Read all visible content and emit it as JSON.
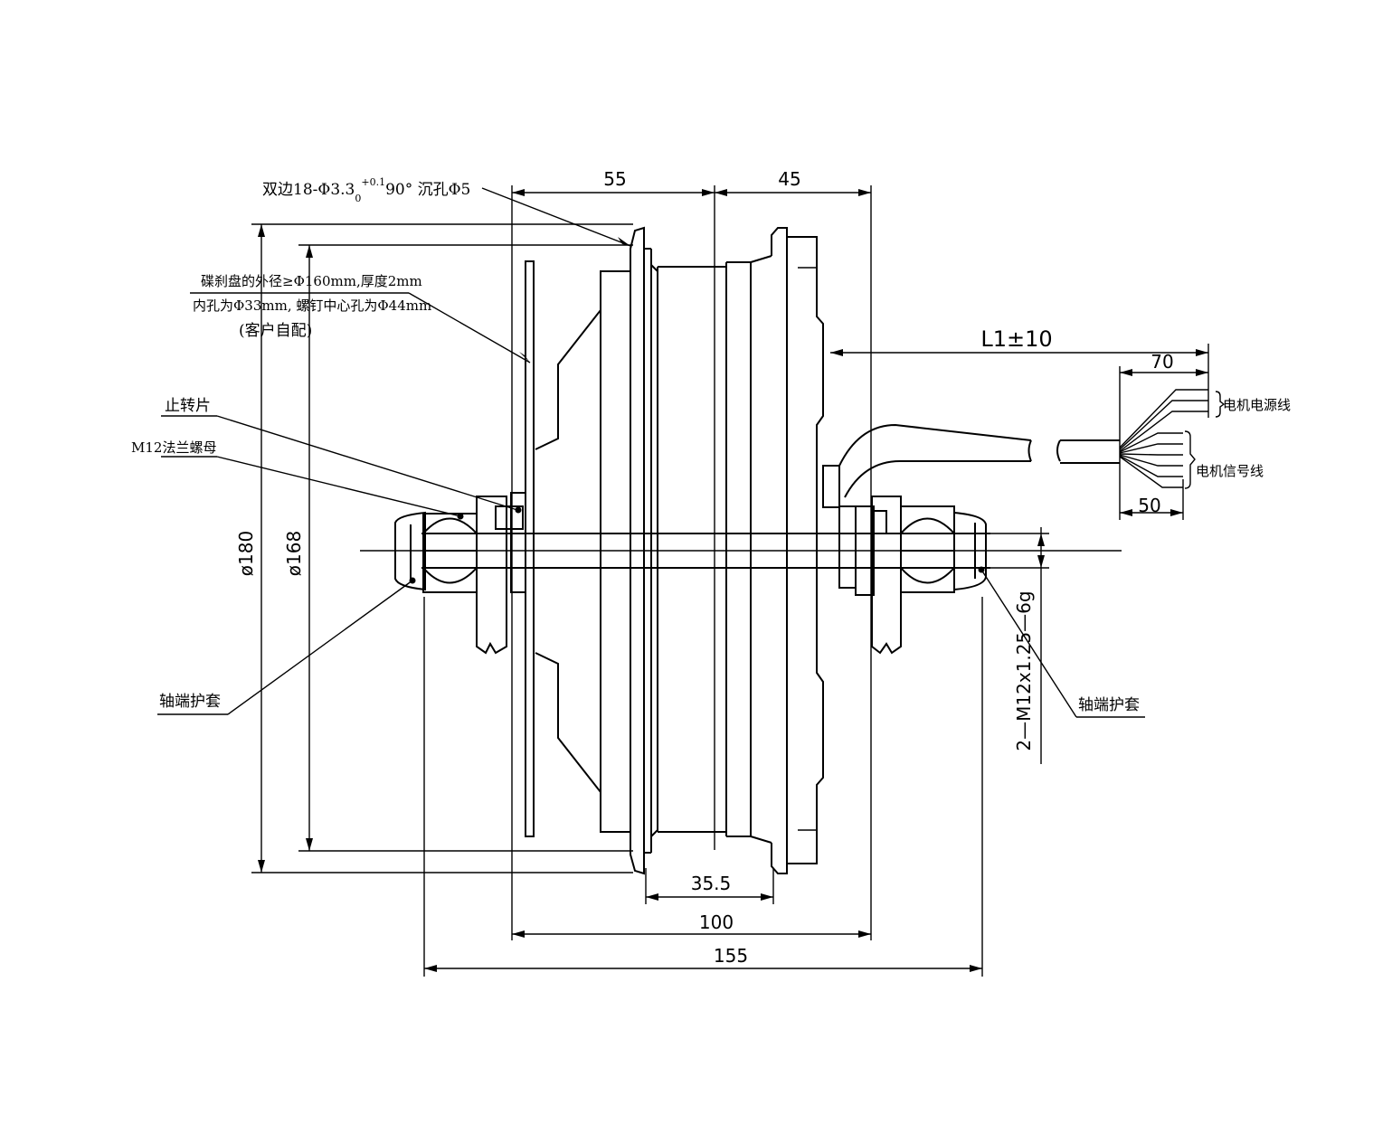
{
  "dimensions": {
    "top_left": "55",
    "top_right": "45",
    "dia_outer": "ø180",
    "dia_inner": "ø168",
    "bottom_hub": "35.5",
    "bottom_body": "100",
    "bottom_total": "155",
    "cable_length": "L1±10",
    "cable_power_strip": "70",
    "cable_signal_strip": "50",
    "thread": "2—M12x1.25—6g"
  },
  "notes": {
    "holes_prefix": "双边18-Φ3.3",
    "holes_sub": "0",
    "holes_sup": "+0.1",
    "holes_suffix": "90° 沉孔Φ5",
    "disc_line1": "碟刹盘的外径≥Φ160mm,厚度2mm",
    "disc_line2": "内孔为Φ33mm, 螺钉中心孔为Φ44mm",
    "disc_line3": "(客户自配)",
    "anti_rotation": "止转片",
    "flange_nut": "M12法兰螺母",
    "axle_cap_left": "轴端护套",
    "axle_cap_right": "轴端护套",
    "power_wire": "电机电源线",
    "signal_wire": "电机信号线"
  }
}
